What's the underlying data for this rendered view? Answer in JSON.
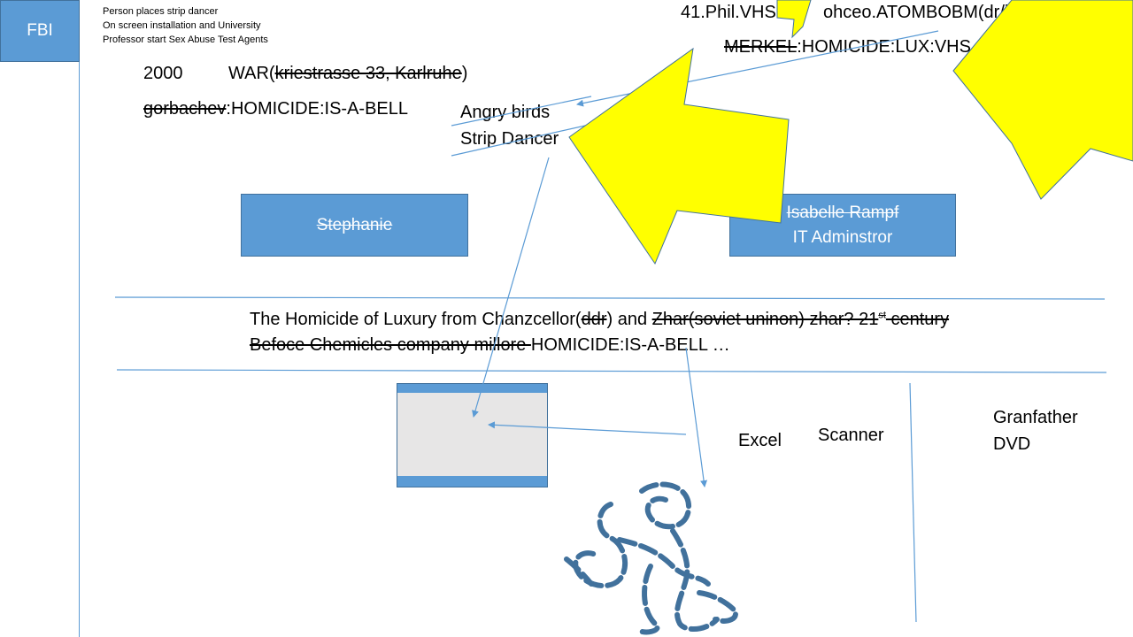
{
  "fbi_label": "FBI",
  "note": {
    "line1": "Person places strip dancer",
    "line2": "On screen installation and University",
    "line3": "Professor start Sex Abuse Test Agents"
  },
  "top_right": {
    "line1_a": "41.Phil.VHS",
    "line1_b": "ohceo.ATOMBOBM(dr/j,HAHN)",
    "merkel_struck": "MERKEL",
    "merkel_rest": ":HOMICIDE:LUX:VHS"
  },
  "year": "2000",
  "war": {
    "prefix": "WAR(",
    "address_struck": "kriestrasse 33, Karlruhe",
    "suffix": ")"
  },
  "gorbachev": {
    "name_struck": "gorbachev",
    "rest": ":HOMICIDE:IS-A-BELL"
  },
  "angry_birds": "Angry birds",
  "strip_dancer": "Strip Dancer",
  "boxes": {
    "stephanie": "Stephanie",
    "isabelle_name": "Isabelle Rampf",
    "isabelle_role": "IT Adminstror"
  },
  "homicide_line1": {
    "a": "The Homicide of Luxury from Chanzcellor(",
    "ddr_struck": "ddr",
    "b": ") and ",
    "zhar_struck": "Zhar(soviet uninon)   zhar? 21",
    "sup_st": "st",
    "century_struck": " century"
  },
  "homicide_line2": {
    "struck": "Befoce Chemicles company millore ",
    "rest": "HOMICIDE:IS-A-BELL …"
  },
  "labels": {
    "excel": "Excel",
    "scanner": "Scanner",
    "granfather": "Granfather",
    "dvd": "DVD"
  },
  "colors": {
    "box_blue": "#5b9bd5",
    "line_blue": "#5b9bd5",
    "arrow_yellow": "#ffff00",
    "scribble": "#41719c"
  }
}
